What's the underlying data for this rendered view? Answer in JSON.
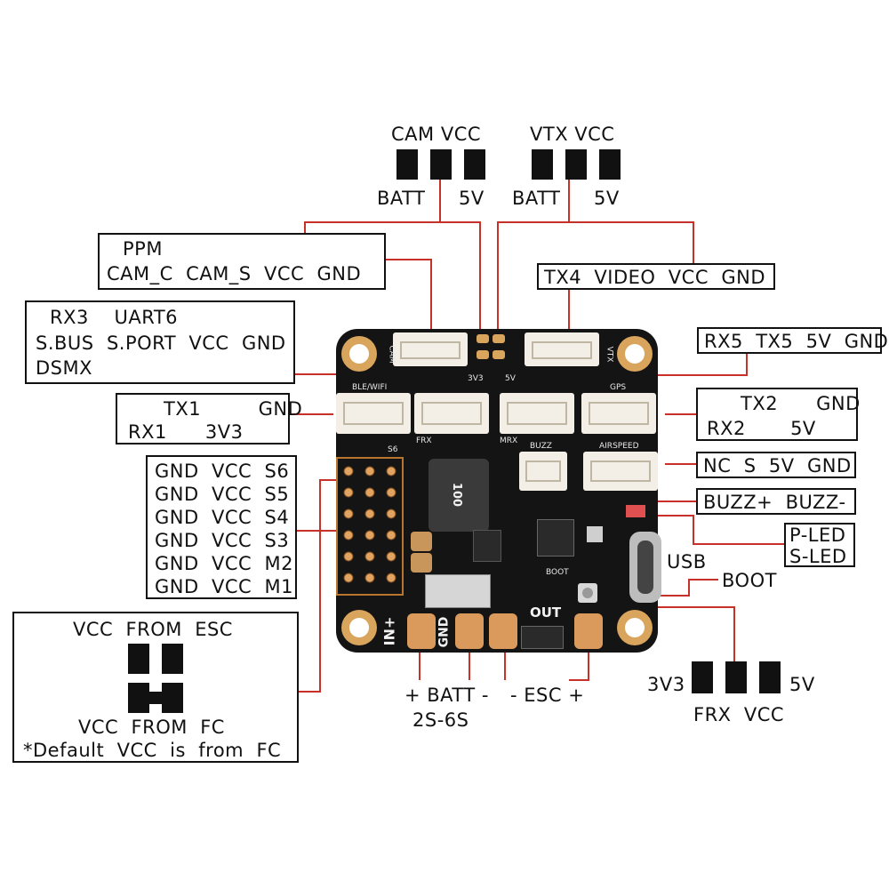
{
  "top_jumpers": {
    "cam": {
      "title": "CAM VCC",
      "left": "BATT",
      "right": "5V"
    },
    "vtx": {
      "title": "VTX VCC",
      "left": "BATT",
      "right": "5V"
    }
  },
  "boxes": {
    "ppm": {
      "line1": "PPM",
      "line2": "CAM_C  CAM_S  VCC  GND"
    },
    "uart6": {
      "line1": "RX3    UART6",
      "line2": "S.BUS  S.PORT  VCC  GND",
      "line3": "DSMX"
    },
    "uart1": {
      "line1": "TX1         GND",
      "line2": "RX1      3V3"
    },
    "tx4": {
      "line1": "TX4  VIDEO  VCC  GND"
    },
    "uart5": {
      "line1": "RX5  TX5  5V  GND"
    },
    "uart2": {
      "line1": "TX2      GND",
      "line2": "RX2       5V"
    },
    "airspeed": {
      "line1": "NC  S  5V  GND"
    },
    "buzz": {
      "line1": "BUZZ+  BUZZ-"
    },
    "led": {
      "line1": "P-LED",
      "line2": "S-LED"
    },
    "servos": {
      "rows": [
        "GND  VCC  S6",
        "GND  VCC  S5",
        "GND  VCC  S4",
        "GND  VCC  S3",
        "GND  VCC  M2",
        "GND  VCC  M1"
      ]
    },
    "vcc_select": {
      "top": "VCC  FROM  ESC",
      "bottom": "VCC  FROM  FC",
      "note": "*Default  VCC  is  from  FC"
    }
  },
  "side_labels": {
    "usb": "USB",
    "boot": "BOOT"
  },
  "bottom_labels": {
    "batt": "+ BATT -",
    "batt_range": "2S-6S",
    "esc": "- ESC +"
  },
  "frx_jumper": {
    "title": "FRX  VCC",
    "left": "3V3",
    "right": "5V"
  },
  "board_silkscreen": {
    "cam": "CAM",
    "vtx": "VTX",
    "v33": "3V3",
    "v5": "5V",
    "ble": "BLE/WIFI",
    "gps": "GPS",
    "s6": "S6",
    "frx": "FRX",
    "mrx": "MRX",
    "buzz": "BUZZ",
    "airspeed": "AIRSPEED",
    "boot": "BOOT",
    "in": "IN+",
    "gnd": "GND",
    "out": "OUT",
    "inductor": "100"
  },
  "colors": {
    "wire": "#c8302a",
    "board": "#141414",
    "connector": "#f3efe6",
    "pad": "#d99a5b"
  }
}
